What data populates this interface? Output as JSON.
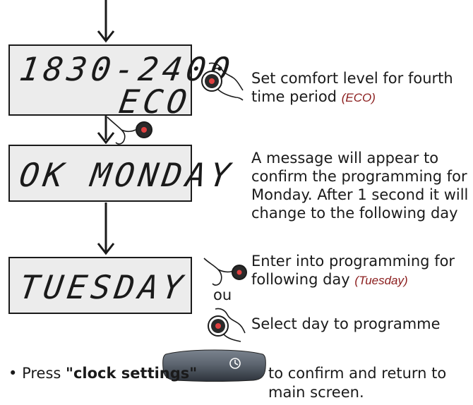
{
  "steps": [
    {
      "lcd_line1": "1830-2400",
      "lcd_line2": "ECO",
      "description": "Set comfort level for fourth time period",
      "description_em": "(ECO)"
    },
    {
      "lcd_line1": "OK MONDAY",
      "description": "A message will appear to confirm the programming for Monday. After 1 second it will change to the following day"
    },
    {
      "lcd_line1": "TUESDAY",
      "option1": "Enter into programming for following day",
      "option1_em": "(Tuesday)",
      "or_label": "ou",
      "option2": "Select day to programme"
    }
  ],
  "footer": {
    "bullet": "•",
    "press": "Press",
    "button_label": "\"clock settings\"",
    "rest": "to confirm and return to main screen."
  },
  "colors": {
    "lcd_background": "#ececec",
    "ink": "#1a1a1a",
    "em_text": "#8a1c1c",
    "button_gradient_top": "#5d6570",
    "button_gradient_bottom": "#2d333b"
  },
  "icons": [
    "down-arrow-icon",
    "hand-turning-knob-icon",
    "hand-pressing-knob-icon",
    "clock-icon"
  ]
}
